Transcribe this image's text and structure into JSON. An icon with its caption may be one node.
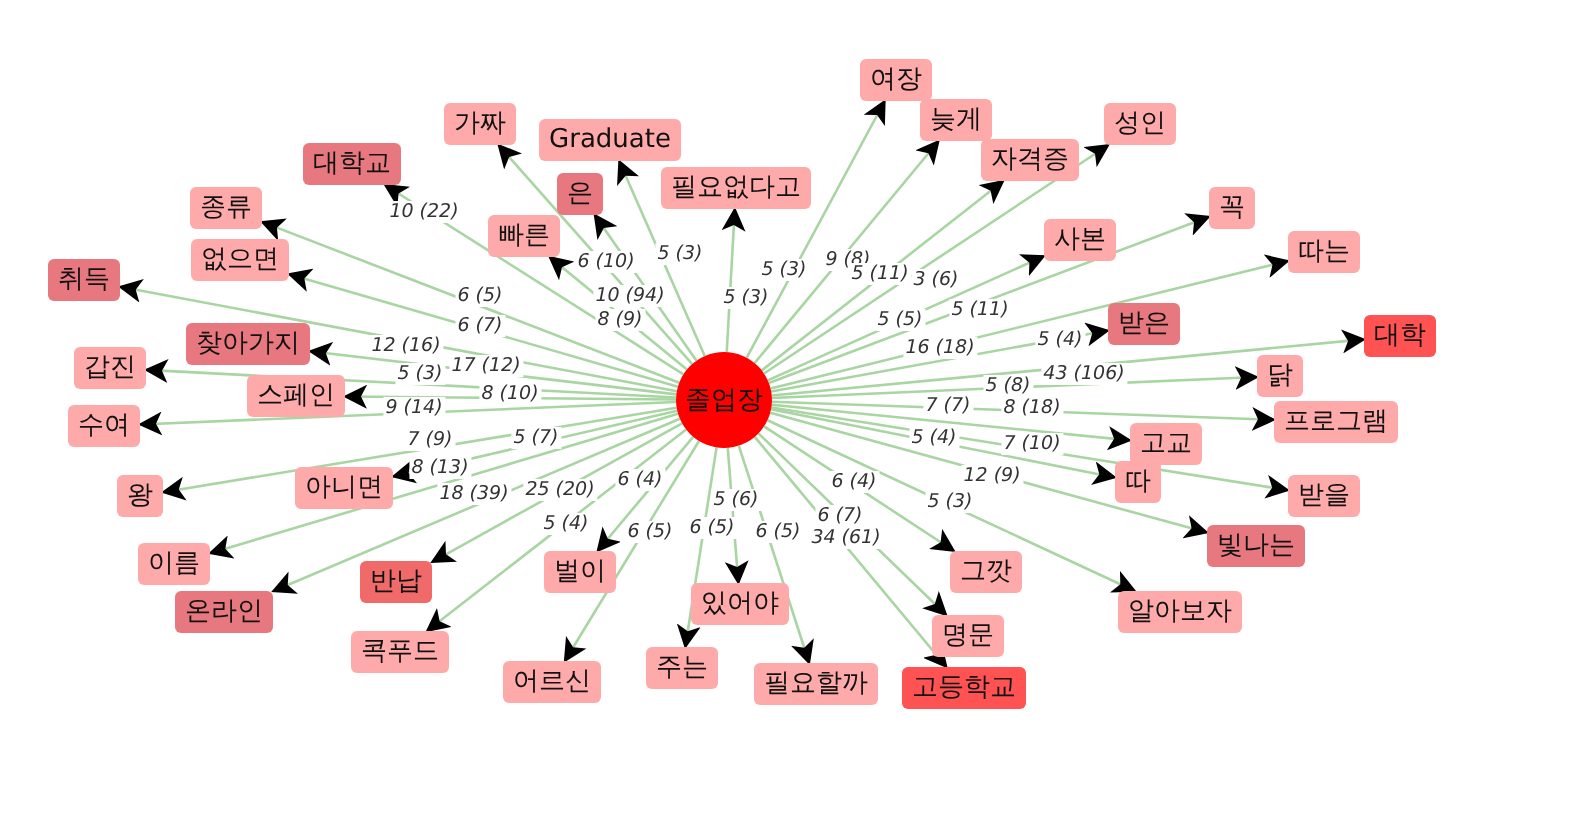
{
  "diagram": {
    "nodes": [
      {
        "text": [
          "졸업장"
        ]
      },
      {
        "text": [
          "여장"
        ]
      },
      {
        "text": [
          "늦게"
        ]
      },
      {
        "text": [
          "가짜"
        ]
      },
      {
        "text": [
          "Graduate"
        ]
      },
      {
        "text": [
          "자격증"
        ]
      },
      {
        "text": [
          "대학교"
        ]
      },
      {
        "text": [
          "성인"
        ]
      },
      {
        "text": [
          "은"
        ]
      },
      {
        "text": [
          "필요없다고"
        ]
      },
      {
        "text": [
          "종류"
        ]
      },
      {
        "text": [
          "사본"
        ]
      },
      {
        "text": [
          "꼭"
        ]
      },
      {
        "text": [
          "없으면"
        ]
      },
      {
        "text": [
          "빠른"
        ]
      },
      {
        "text": [
          "따는"
        ]
      },
      {
        "text": [
          "취득"
        ]
      },
      {
        "text": [
          "받은"
        ]
      },
      {
        "text": [
          "대학"
        ]
      },
      {
        "text": [
          "찾아가지"
        ]
      },
      {
        "text": [
          "갑진"
        ]
      },
      {
        "text": [
          "닭"
        ]
      },
      {
        "text": [
          "스페인"
        ]
      },
      {
        "text": [
          "고교"
        ]
      },
      {
        "text": [
          "프로그램"
        ]
      },
      {
        "text": [
          "수여"
        ]
      },
      {
        "text": [
          "아니면"
        ]
      },
      {
        "text": [
          "따"
        ]
      },
      {
        "text": [
          "받을"
        ]
      },
      {
        "text": [
          "왕"
        ]
      },
      {
        "text": [
          "이름"
        ]
      },
      {
        "text": [
          "빛나는"
        ]
      },
      {
        "text": [
          "벌이"
        ]
      },
      {
        "text": [
          "그깟"
        ]
      },
      {
        "text": [
          "반납"
        ]
      },
      {
        "text": [
          "온라인"
        ]
      },
      {
        "text": [
          "있어야"
        ]
      },
      {
        "text": [
          "알아보자"
        ]
      },
      {
        "text": [
          "명문"
        ]
      },
      {
        "text": [
          "콕푸드"
        ]
      },
      {
        "text": [
          "주는"
        ]
      },
      {
        "text": [
          "어르신"
        ]
      },
      {
        "text": [
          "필요할까"
        ]
      },
      {
        "text": [
          "고등학교"
        ]
      }
    ],
    "edges": [
      {
        "from": 0,
        "to": 1,
        "arrow": "to",
        "label": "5 (3)"
      },
      {
        "from": 0,
        "to": 2,
        "arrow": "to",
        "label": "9 (8)"
      },
      {
        "from": 0,
        "to": 3,
        "arrow": "to",
        "label": "10 (94)"
      },
      {
        "from": 0,
        "to": 4,
        "arrow": "to",
        "label": "5 (3)"
      },
      {
        "from": 0,
        "to": 5,
        "arrow": "to",
        "label": "5 (11)"
      },
      {
        "from": 0,
        "to": 6,
        "arrow": "to",
        "label": "10 (22)"
      },
      {
        "from": 0,
        "to": 7,
        "arrow": "to",
        "label": "3 (6)"
      },
      {
        "from": 0,
        "to": 8,
        "arrow": "to",
        "label": "6 (10)"
      },
      {
        "from": 0,
        "to": 9,
        "arrow": "to",
        "label": "5 (3)"
      },
      {
        "from": 0,
        "to": 10,
        "arrow": "to",
        "label": "6 (5)"
      },
      {
        "from": 0,
        "to": 11,
        "arrow": "to",
        "label": "5 (5)"
      },
      {
        "from": 0,
        "to": 12,
        "arrow": "to",
        "label": "5 (11)"
      },
      {
        "from": 0,
        "to": 13,
        "arrow": "to",
        "label": "6 (7)"
      },
      {
        "from": 0,
        "to": 14,
        "arrow": "to",
        "label": "8 (9)"
      },
      {
        "from": 0,
        "to": 15,
        "arrow": "to",
        "label": "16 (18)"
      },
      {
        "from": 0,
        "to": 16,
        "arrow": "to",
        "label": "12 (16)"
      },
      {
        "from": 0,
        "to": 17,
        "arrow": "to",
        "label": "5 (4)"
      },
      {
        "from": 0,
        "to": 18,
        "arrow": "to",
        "label": "43 (106)"
      },
      {
        "from": 0,
        "to": 19,
        "arrow": "to",
        "label": "17 (12)"
      },
      {
        "from": 0,
        "to": 20,
        "arrow": "to",
        "label": "5 (3)"
      },
      {
        "from": 0,
        "to": 21,
        "arrow": "to",
        "label": "5 (8)"
      },
      {
        "from": 0,
        "to": 22,
        "arrow": "to",
        "label": "8 (10)"
      },
      {
        "from": 0,
        "to": 23,
        "arrow": "to",
        "label": "7 (7)"
      },
      {
        "from": 0,
        "to": 24,
        "arrow": "to",
        "label": "8 (18)"
      },
      {
        "from": 0,
        "to": 25,
        "arrow": "to",
        "label": "9 (14)"
      },
      {
        "from": 0,
        "to": 26,
        "arrow": "to",
        "label": "5 (7)"
      },
      {
        "from": 0,
        "to": 27,
        "arrow": "to",
        "label": "5 (4)"
      },
      {
        "from": 0,
        "to": 28,
        "arrow": "to",
        "label": "7 (10)"
      },
      {
        "from": 0,
        "to": 29,
        "arrow": "to",
        "label": "7 (9)"
      },
      {
        "from": 0,
        "to": 30,
        "arrow": "to",
        "label": "8 (13)"
      },
      {
        "from": 0,
        "to": 31,
        "arrow": "to",
        "label": "12 (9)"
      },
      {
        "from": 0,
        "to": 32,
        "arrow": "to",
        "label": "6 (4)"
      },
      {
        "from": 0,
        "to": 33,
        "arrow": "to",
        "label": "6 (4)"
      },
      {
        "from": 0,
        "to": 34,
        "arrow": "to",
        "label": "25 (20)"
      },
      {
        "from": 0,
        "to": 35,
        "arrow": "to",
        "label": "18 (39)"
      },
      {
        "from": 0,
        "to": 36,
        "arrow": "to",
        "label": "5 (6)"
      },
      {
        "from": 0,
        "to": 37,
        "arrow": "to",
        "label": "5 (3)"
      },
      {
        "from": 0,
        "to": 38,
        "arrow": "to",
        "label": "6 (7)"
      },
      {
        "from": 0,
        "to": 39,
        "arrow": "to",
        "label": "5 (4)"
      },
      {
        "from": 0,
        "to": 40,
        "arrow": "to",
        "label": "6 (5)"
      },
      {
        "from": 0,
        "to": 41,
        "arrow": "to",
        "label": "6 (5)"
      },
      {
        "from": 0,
        "to": 42,
        "arrow": "to",
        "label": "6 (5)"
      },
      {
        "from": 0,
        "to": 43,
        "arrow": "to",
        "label": "34 (61)"
      }
    ]
  }
}
